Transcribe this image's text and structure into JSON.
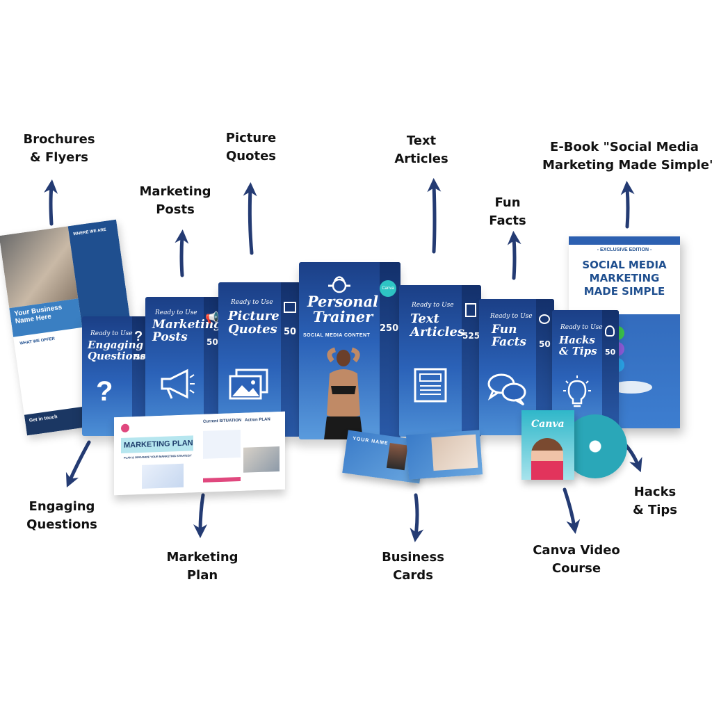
{
  "labels": {
    "brochures": [
      "Brochures",
      "& Flyers"
    ],
    "marketing_posts": [
      "Marketing",
      "Posts"
    ],
    "picture_quotes": [
      "Picture",
      "Quotes"
    ],
    "text_articles": [
      "Text",
      "Articles"
    ],
    "fun_facts": [
      "Fun",
      "Facts"
    ],
    "ebook": [
      "E-Book \"Social Media",
      "Marketing Made Simple\""
    ],
    "engaging_questions": [
      "Engaging",
      "Questions"
    ],
    "marketing_plan": [
      "Marketing",
      "Plan"
    ],
    "business_cards": [
      "Business",
      "Cards"
    ],
    "canva_course": [
      "Canva Video",
      "Course"
    ],
    "hacks_tips": [
      "Hacks",
      "& Tips"
    ]
  },
  "boxes": {
    "ready_to_use": "Ready to Use",
    "engaging": {
      "title": [
        "Engaging",
        "Questions"
      ],
      "count": "50"
    },
    "marketing_posts": {
      "title": [
        "Marketing",
        "Posts"
      ],
      "count": "50"
    },
    "picture_quotes": {
      "title": [
        "Picture",
        "Quotes"
      ],
      "count": "50"
    },
    "personal_trainer": {
      "title": [
        "Personal",
        "Trainer"
      ],
      "subtitle": "SOCIAL MEDIA CONTENT",
      "count": "250",
      "badge": "Canva"
    },
    "text_articles": {
      "title": [
        "Text",
        "Articles"
      ],
      "count": "525"
    },
    "fun_facts": {
      "title": [
        "Fun",
        "Facts"
      ],
      "count": "50"
    },
    "hacks_tips": {
      "title": [
        "Hacks",
        "& Tips"
      ],
      "count": "50"
    }
  },
  "flyer": {
    "where": "WHERE WE ARE",
    "business": [
      "Your Business",
      "Name Here"
    ],
    "offer": "WHAT WE OFFER",
    "touch": "Get in touch"
  },
  "ebook": {
    "edition": "- EXCLUSIVE EDITION -",
    "title": [
      "SOCIAL MEDIA",
      "MARKETING",
      "MADE SIMPLE"
    ]
  },
  "plan": {
    "title": "MARKETING PLAN",
    "subtitle": "PLAN & ORGANIZE YOUR MARKETING STRATEGY",
    "current": "Current SITUATION",
    "action": "Action PLAN"
  },
  "card": {
    "name": "YOUR NAME"
  },
  "canva": {
    "word": "Canva"
  },
  "colors": {
    "box": "#2b62b8",
    "box_dark": "#13306b",
    "arrow": "#243b73",
    "text": "#111111"
  }
}
